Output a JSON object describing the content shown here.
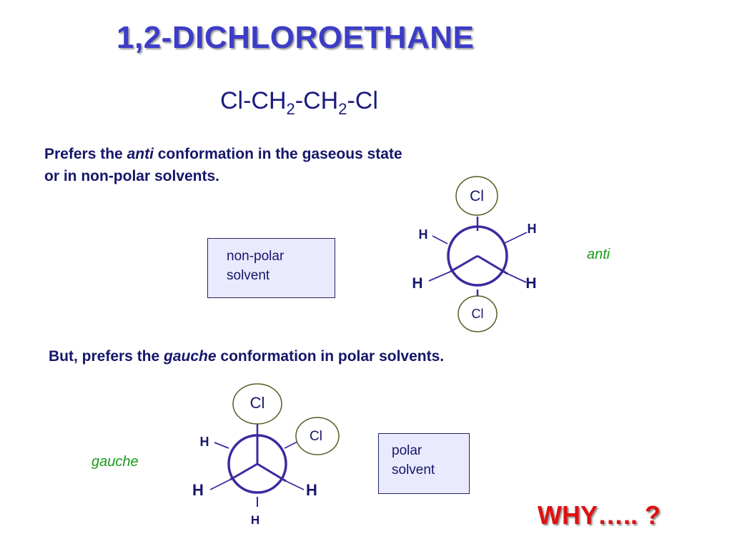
{
  "title": "1,2-DICHLOROETHANE",
  "formula": {
    "a": "Cl-CH",
    "s1": "2",
    "b": "-CH",
    "s2": "2",
    "c": "-Cl"
  },
  "anti_text": {
    "pre": "Prefers the ",
    "em": "anti",
    "post": " conformation in the gaseous state",
    "line2": "or in non-polar solvents."
  },
  "nonpolar_box": {
    "line1": "non-polar",
    "line2": "solvent"
  },
  "anti_label": "anti",
  "anti_newman": {
    "top": "Cl",
    "bottom": "Cl",
    "upper_left": "H",
    "upper_right": "H",
    "lower_left": "H",
    "lower_right": "H"
  },
  "gauche_text": {
    "pre": "But, prefers the ",
    "em": "gauche",
    "post": " conformation in polar solvents."
  },
  "gauche_label": "gauche",
  "gauche_newman": {
    "top": "Cl",
    "upper_right": "Cl",
    "upper_left": "H",
    "lower_left": "H",
    "lower_right": "H",
    "bottom": "H"
  },
  "polar_box": {
    "line1": "polar",
    "line2": "solvent"
  },
  "why": "WHY….. ?",
  "colors": {
    "title": "#3c3cc8",
    "text": "#16166a",
    "green": "#1a9a1a",
    "why": "#e01010",
    "box_fill": "#eaeaff"
  }
}
